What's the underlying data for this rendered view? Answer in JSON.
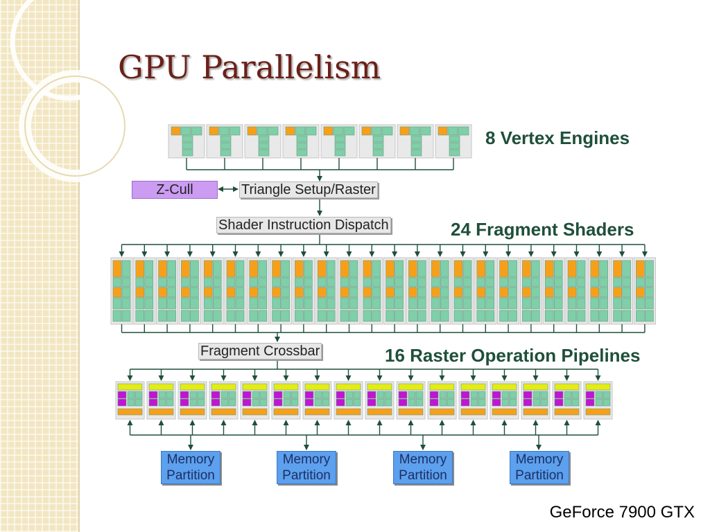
{
  "slide": {
    "title": "GPU Parallelism",
    "caption": "GeForce 7900 GTX"
  },
  "diagram": {
    "vertex_heading": "8 Vertex Engines",
    "vertex_count": 8,
    "zcull_label": "Z-Cull",
    "triangle_setup_label": "Triangle Setup/Raster",
    "shader_dispatch_label": "Shader Instruction Dispatch",
    "fragment_heading": "24 Fragment Shaders",
    "fragment_count": 24,
    "crossbar_label": "Fragment Crossbar",
    "rop_heading": "16 Raster Operation Pipelines",
    "rop_count": 16,
    "memory_partitions": [
      {
        "line1": "Memory",
        "line2": "Partition"
      },
      {
        "line1": "Memory",
        "line2": "Partition"
      },
      {
        "line1": "Memory",
        "line2": "Partition"
      },
      {
        "line1": "Memory",
        "line2": "Partition"
      }
    ]
  },
  "colors": {
    "title": "#6b2018",
    "heading": "#1f4f3a",
    "orange_unit": "#f6a01a",
    "green_unit": "#7fcfa8",
    "yellow_unit": "#e4ec18",
    "magenta_unit": "#c015d2",
    "zcull_fill": "#cc9cf2",
    "memory_fill": "#5ca0ee",
    "connector": "#1f4f3a"
  }
}
